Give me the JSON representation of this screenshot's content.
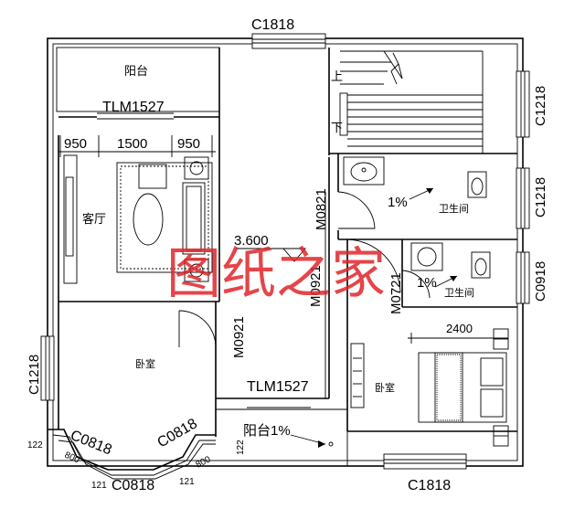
{
  "colors": {
    "line": "#000000",
    "watermark": "#e0242a",
    "background": "#ffffff"
  },
  "labels": {
    "top_window": "C1818",
    "bottom_window": "C1818",
    "right_window_1": "C1218",
    "right_window_2": "C1218",
    "right_window_3": "C0918",
    "left_window": "C1218",
    "bay_window_left": "C0818",
    "bay_window_right": "C0818",
    "bay_window_bottom": "C0818",
    "balcony_top": "阳台",
    "balcony_door_top": "TLM1527",
    "balcony_door_bottom": "TLM1527",
    "living_room": "客厅",
    "bedroom_left": "卧室",
    "bedroom_right": "卧室",
    "bathroom_1": "卫生间",
    "bathroom_2": "卫生间",
    "stair_up": "上",
    "stair_down": "下",
    "door_m0821": "M0821",
    "door_m0921_a": "M0921",
    "door_m0921_b": "M0921",
    "door_m0721": "M0721",
    "elevation": "3.600",
    "slope_1": "1%",
    "slope_2": "1%",
    "balcony_bottom": "阳台1%",
    "dim_950_left": "950",
    "dim_1500": "1500",
    "dim_950_right": "950",
    "dim_2400": "2400",
    "dim_800_left": "800",
    "dim_800_right": "800",
    "dim_122_left": "122",
    "dim_122_right": "122",
    "dim_121_left": "121",
    "dim_121_right": "121",
    "watermark": "图纸之家"
  }
}
